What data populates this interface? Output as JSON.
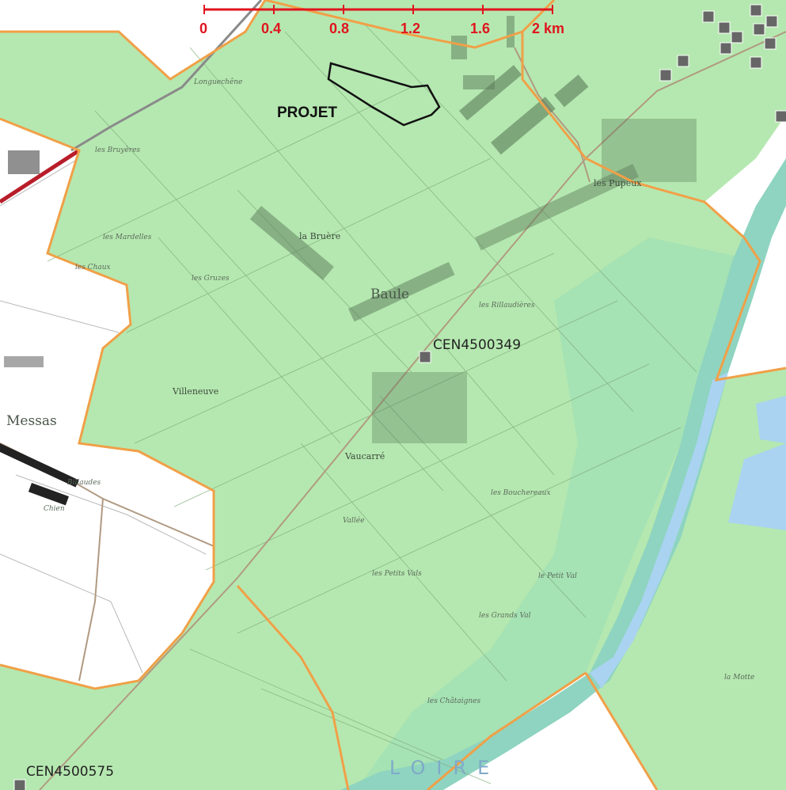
{
  "scale_bar": {
    "ticks": [
      "0",
      "0.4",
      "0.8",
      "1.2",
      "1.6",
      "2 km"
    ],
    "color": "#e0141e"
  },
  "project": {
    "label": "PROJET"
  },
  "sites": [
    {
      "label": "CEN4500349"
    },
    {
      "label": "CEN4500575"
    }
  ],
  "river": {
    "label": "LOIRE"
  },
  "places": {
    "baule": "Baule",
    "messas": "Messas",
    "les_pupeux": "les Pupeux",
    "la_bruere": "la Bruère",
    "villeneuve": "Villeneuve",
    "vaucarre": "Vaucarré",
    "les_gruzes": "les Gruzes",
    "les_chaux": "les Chaux",
    "les_bruyeres": "les Bruyères",
    "la_motte": "la Motte",
    "les_grands_vals": "les Grands Val",
    "les_petits_vals": "les Petits Vals",
    "les_chataignes": "les Châtaignes",
    "les_rillaudieres": "les Rillaudières",
    "le_petit_val": "le Petit Val",
    "les_bouchereaux": "les Bouchereaux",
    "vallee": "Vallée",
    "billaudes": "Billaudes",
    "chien": "Chien",
    "les_mardelles": "les Mardelles",
    "longuechene": "Longuechêne"
  },
  "colors": {
    "zone_fill": "#b5e8b0",
    "zone_border": "#f0a048",
    "water": "#a9d3f0",
    "project_outline": "#111111",
    "site_marker": "#666666"
  }
}
